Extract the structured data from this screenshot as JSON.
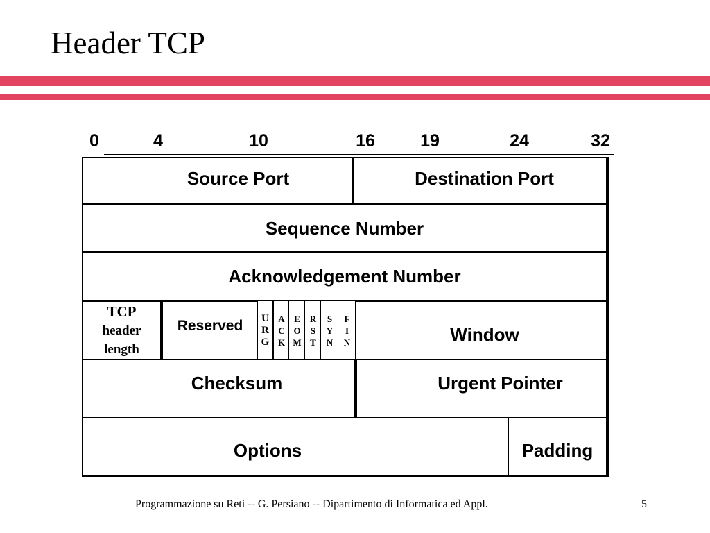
{
  "slide": {
    "title": "Header TCP",
    "footer": "Programmazione su Reti -- G. Persiano -- Dipartimento di Informatica ed Appl.",
    "page_number": "5",
    "accent_color": "#e2435f"
  },
  "diagram": {
    "bit_labels": [
      "0",
      "4",
      "10",
      "16",
      "19",
      "24",
      "32"
    ],
    "rows": {
      "source_port": "Source Port",
      "destination_port": "Destination Port",
      "sequence_number": "Sequence Number",
      "acknowledgement_number": "Acknowledgement Number",
      "tcp_header_length": [
        "TCP",
        "header",
        "length"
      ],
      "reserved": "Reserved",
      "flags": [
        [
          "U",
          "R",
          "G"
        ],
        [
          "A",
          "C",
          "K"
        ],
        [
          "E",
          "O",
          "M"
        ],
        [
          "R",
          "S",
          "T"
        ],
        [
          "S",
          "Y",
          "N"
        ],
        [
          "F",
          "I",
          "N"
        ]
      ],
      "window": "Window",
      "checksum": "Checksum",
      "urgent_pointer": "Urgent Pointer",
      "options": "Options",
      "padding": "Padding"
    }
  }
}
